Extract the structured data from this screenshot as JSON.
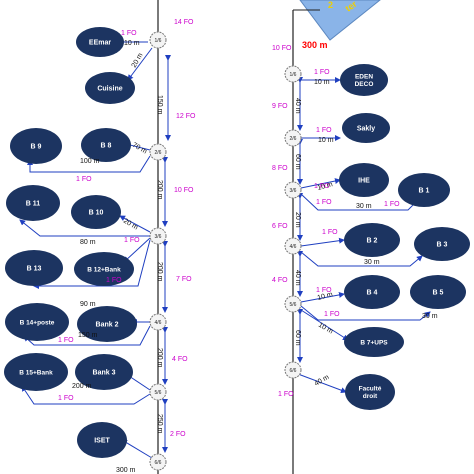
{
  "colors": {
    "building": "#1c3461",
    "fiber_count": "#cc00cc",
    "link": "#1f3fc0",
    "trunk": "#222222",
    "splitter_stroke": "#777777",
    "header_triangle": "#8ab4e8",
    "header_text": "#f0d000",
    "header_distance": "#ff0000",
    "background": "#ffffff"
  },
  "left_branch": {
    "buildings": [
      {
        "label": "EEmar",
        "lines": [
          "EEmar"
        ]
      },
      {
        "label": "Cuisine",
        "lines": [
          "Cuisine"
        ]
      },
      {
        "label": "B 9",
        "lines": [
          "B 9"
        ]
      },
      {
        "label": "B 8",
        "lines": [
          "B 8"
        ]
      },
      {
        "label": "B 11",
        "lines": [
          "B 11"
        ]
      },
      {
        "label": "B 10",
        "lines": [
          "B 10"
        ]
      },
      {
        "label": "B 13",
        "lines": [
          "B 13"
        ]
      },
      {
        "label": "B 12+Bank",
        "lines": [
          "B 12+Bank"
        ]
      },
      {
        "label": "B 14+poste",
        "lines": [
          "B 14+poste"
        ]
      },
      {
        "label": "Bank 2",
        "lines": [
          "Bank 2"
        ]
      },
      {
        "label": "B 15+Bank",
        "lines": [
          "B 15+Bank"
        ]
      },
      {
        "label": "Bank 3",
        "lines": [
          "Bank 3"
        ]
      },
      {
        "label": "ISET",
        "lines": [
          "ISET"
        ]
      }
    ],
    "splitters": [
      "1/6",
      "2/6",
      "3/6",
      "4/6",
      "5/6",
      "6/6"
    ],
    "fiber_counts": [
      "14 FO",
      "1 FO",
      "12 FO",
      "1 FO",
      "10 FO",
      "1 FO",
      "7 FO",
      "1 FO",
      "1 FO",
      "4 FO",
      "1 FO",
      "2 FO"
    ],
    "distances": [
      "10 m",
      "20 m",
      "150 m",
      "70 m",
      "100 m",
      "200 m",
      "20 m",
      "80 m",
      "200 m",
      "90 m",
      "150 m",
      "200 m",
      "200 m",
      "250 m",
      "300 m"
    ]
  },
  "right_branch": {
    "header": {
      "distance": "300 m",
      "fragment_top": "ter",
      "fragment_bottom": "2"
    },
    "buildings": [
      {
        "label": "EDEN DECO",
        "lines": [
          "EDEN",
          "DECO"
        ]
      },
      {
        "label": "Sakly",
        "lines": [
          "Sakly"
        ]
      },
      {
        "label": "IHE",
        "lines": [
          "IHE"
        ]
      },
      {
        "label": "B 1",
        "lines": [
          "B 1"
        ]
      },
      {
        "label": "B 2",
        "lines": [
          "B 2"
        ]
      },
      {
        "label": "B 3",
        "lines": [
          "B 3"
        ]
      },
      {
        "label": "B 4",
        "lines": [
          "B 4"
        ]
      },
      {
        "label": "B 5",
        "lines": [
          "B 5"
        ]
      },
      {
        "label": "B 7+UPS",
        "lines": [
          "B 7+UPS"
        ]
      },
      {
        "label": "Faculté droit",
        "lines": [
          "Faculté",
          "droit"
        ]
      }
    ],
    "splitters": [
      "1/6",
      "2/6",
      "3/6",
      "4/6",
      "5/6",
      "6/6"
    ],
    "fiber_counts": [
      "10 FO",
      "1 FO",
      "9 FO",
      "1 FO",
      "8 FO",
      "1 FO",
      "1 FO",
      "6 FO",
      "1 FO",
      "1 FO",
      "4 FO",
      "1 FO",
      "1 FO",
      "1 FO"
    ],
    "distances": [
      "10 m",
      "40 m",
      "10 m",
      "60 m",
      "10 m",
      "30 m",
      "20 m",
      "30 m",
      "40 m",
      "10 m",
      "30 m",
      "10 m",
      "60 m",
      "40 m"
    ]
  }
}
